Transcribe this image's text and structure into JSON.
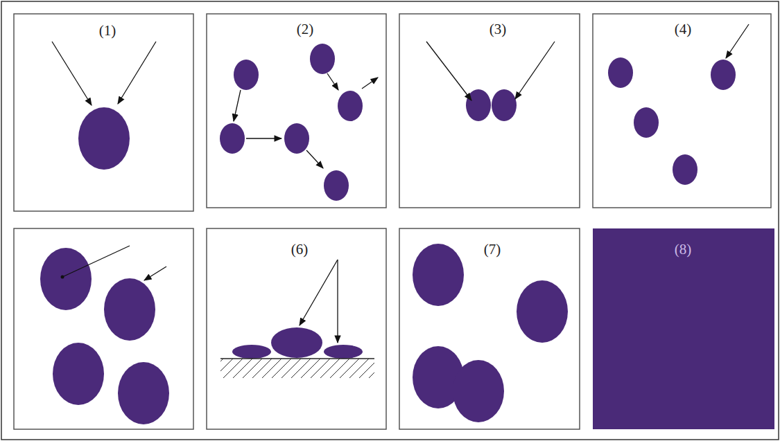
{
  "diagram": {
    "labels": [
      "(1)",
      "(2)",
      "(3)",
      "(4)",
      "(6)",
      "(7)",
      "(8)"
    ]
  }
}
